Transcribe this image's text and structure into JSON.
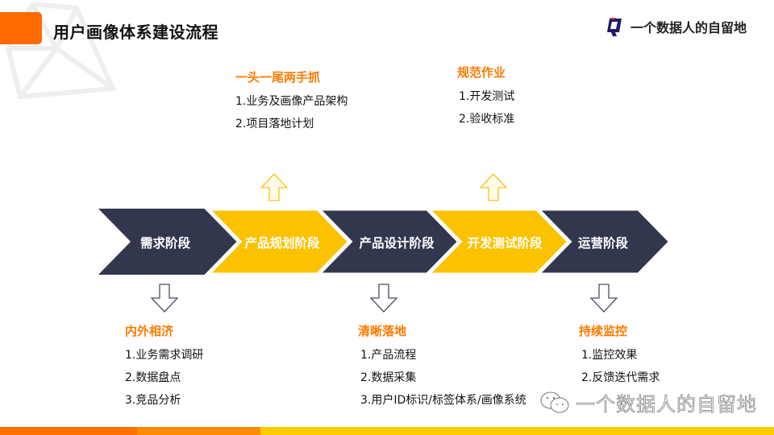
{
  "header": {
    "title": "用户画像体系建设流程",
    "logo_text": "一个数据人的自留地",
    "logo_icon": "q-logo-icon"
  },
  "colors": {
    "accent_orange": "#ff6a00",
    "section_title": "#ff7a00",
    "stage_dark": "#32374d",
    "stage_yellow": "#fcc200",
    "arrow_up": "#f5c518",
    "arrow_down": "#4a4f62"
  },
  "stages": [
    {
      "label": "需求阶段",
      "color": "dark"
    },
    {
      "label": "产品规划阶段",
      "color": "yellow"
    },
    {
      "label": "产品设计阶段",
      "color": "dark"
    },
    {
      "label": "开发测试阶段",
      "color": "yellow"
    },
    {
      "label": "运营阶段",
      "color": "dark"
    }
  ],
  "top_notes": [
    {
      "title": "一头一尾两手抓",
      "items": [
        "1.业务及画像产品架构",
        "2.项目落地计划"
      ]
    },
    {
      "title": "规范作业",
      "items": [
        "1.开发测试",
        "2.验收标准"
      ]
    }
  ],
  "bottom_notes": [
    {
      "title": "内外相济",
      "items": [
        "1.业务需求调研",
        "2.数据盘点",
        "3.竞品分析"
      ]
    },
    {
      "title": "清晰落地",
      "items": [
        "1.产品流程",
        "2.数据采集",
        "3.用户ID标识/标签体系/画像系统"
      ]
    },
    {
      "title": "持续监控",
      "items": [
        "1.监控效果",
        "2.反馈迭代需求"
      ]
    }
  ],
  "footer": {
    "segments": [
      "#ff7000",
      "#ff8c00",
      "#ffcc00"
    ]
  },
  "watermark": {
    "icon": "wechat-icon",
    "text": "一个数据人的自留地"
  }
}
